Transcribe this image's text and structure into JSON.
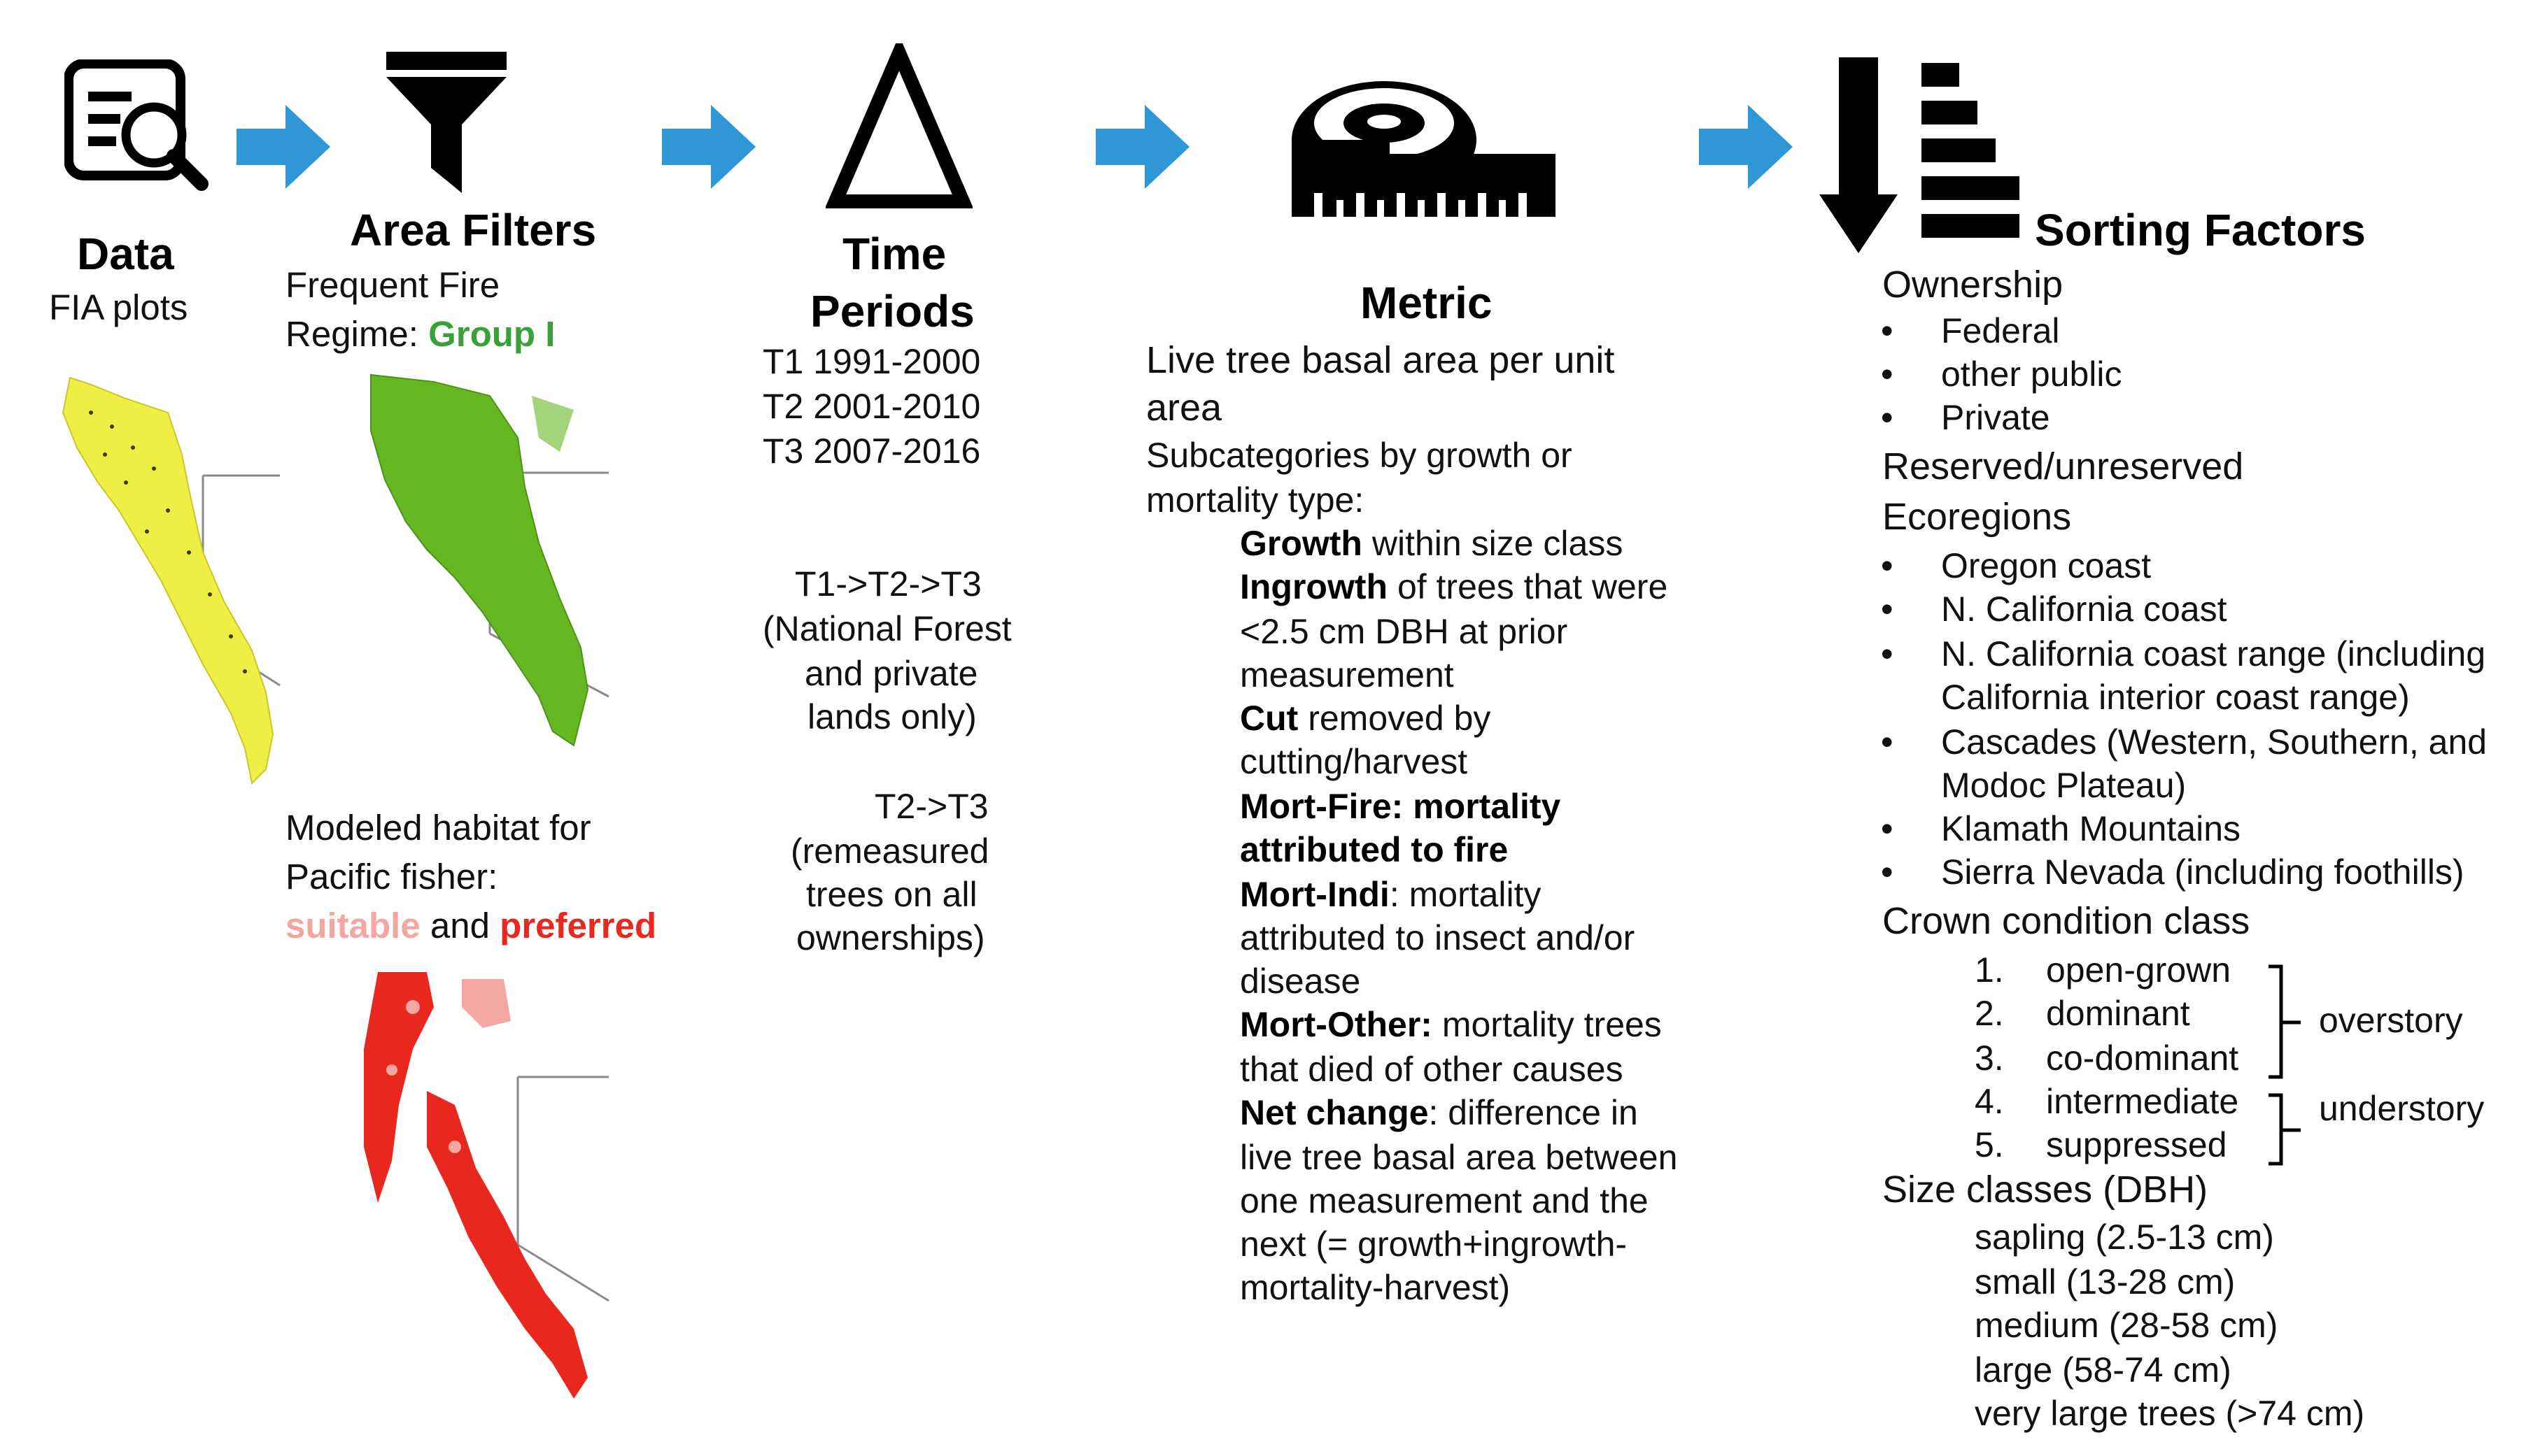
{
  "steps": {
    "data": {
      "title": "Data",
      "subtitle": "FIA plots"
    },
    "area_filters": {
      "title": "Area Filters",
      "line1": "Frequent Fire",
      "line2_prefix": "Regime: ",
      "line2_highlight": "Group I",
      "habitat_line1": "Modeled habitat for",
      "habitat_line2": "Pacific fisher:",
      "suitable": "suitable",
      "and": " and ",
      "preferred": "preferred"
    },
    "time_periods": {
      "title_line1": "Time",
      "title_line2": "Periods",
      "periods": [
        "T1 1991-2000",
        "T2 2001-2010",
        "T3 2007-2016"
      ],
      "seq1": [
        "T1->T2->T3",
        "(National Forest",
        "and private",
        "lands only)"
      ],
      "seq2": [
        "T2->T3",
        "(remeasured",
        "trees on all",
        "ownerships)"
      ]
    },
    "metric": {
      "title": "Metric",
      "line1": "Live tree basal area per unit",
      "line2": "area",
      "sub1": "Subcategories by growth or",
      "sub2": "mortality type:",
      "items": [
        {
          "bold": "Growth",
          "rest": " within size class"
        },
        {
          "bold": "Ingrowth",
          "rest": " of trees that were"
        },
        {
          "bold": "",
          "rest": "<2.5 cm DBH at prior"
        },
        {
          "bold": "",
          "rest": "measurement"
        },
        {
          "bold": "Cut",
          "rest": " removed by"
        },
        {
          "bold": "",
          "rest": "cutting/harvest"
        },
        {
          "bold": "Mort-Fire: mortality",
          "rest": ""
        },
        {
          "bold": "attributed to fire",
          "rest": ""
        },
        {
          "bold": "Mort-Indi",
          "rest": ": mortality"
        },
        {
          "bold": "",
          "rest": "attributed to insect and/or"
        },
        {
          "bold": "",
          "rest": "disease"
        },
        {
          "bold": "Mort-Other:",
          "rest": " mortality trees"
        },
        {
          "bold": "",
          "rest": "that died of other causes"
        },
        {
          "bold": "Net change",
          "rest": ": difference in"
        },
        {
          "bold": "",
          "rest": "live tree basal area between"
        },
        {
          "bold": "",
          "rest": "one measurement and the"
        },
        {
          "bold": "",
          "rest": "next (= growth+ingrowth-"
        },
        {
          "bold": "",
          "rest": "mortality-harvest)"
        }
      ]
    },
    "sorting": {
      "title": "Sorting Factors",
      "ownership": "Ownership",
      "ownership_items": [
        "Federal",
        "other public",
        "Private"
      ],
      "reserved": "Reserved/unreserved",
      "ecoregions": "Ecoregions",
      "ecoregion_items": [
        [
          "Oregon coast"
        ],
        [
          "N. California coast"
        ],
        [
          "N. California coast range (including",
          "California interior coast range)"
        ],
        [
          "Cascades (Western, Southern, and",
          "Modoc Plateau)"
        ],
        [
          "Klamath Mountains"
        ],
        [
          "Sierra Nevada (including foothills)"
        ]
      ],
      "crown": "Crown condition class",
      "crown_items": [
        {
          "num": "1.",
          "label": "open-grown"
        },
        {
          "num": "2.",
          "label": "dominant"
        },
        {
          "num": "3.",
          "label": "co-dominant"
        },
        {
          "num": "4.",
          "label": "intermediate"
        },
        {
          "num": "5.",
          "label": "suppressed"
        }
      ],
      "overstory": "overstory",
      "understory": "understory",
      "size": "Size classes (DBH)",
      "size_items": [
        "sapling (2.5-13 cm)",
        "small (13-28 cm)",
        "medium (28-58 cm)",
        "large (58-74 cm)",
        "very large trees (>74 cm)"
      ]
    }
  },
  "colors": {
    "arrow": "#2F97D6",
    "group_green": "#3AA03A",
    "suitable": "#F4A6A0",
    "preferred": "#E8281E",
    "fia_yellow": "#EEEE44",
    "filter_green": "#66B822",
    "habitat_red": "#E8281E"
  },
  "icons": [
    "document-search-icon",
    "filter-funnel-icon",
    "delta-triangle-icon",
    "tape-measure-icon",
    "sort-descending-icon"
  ]
}
